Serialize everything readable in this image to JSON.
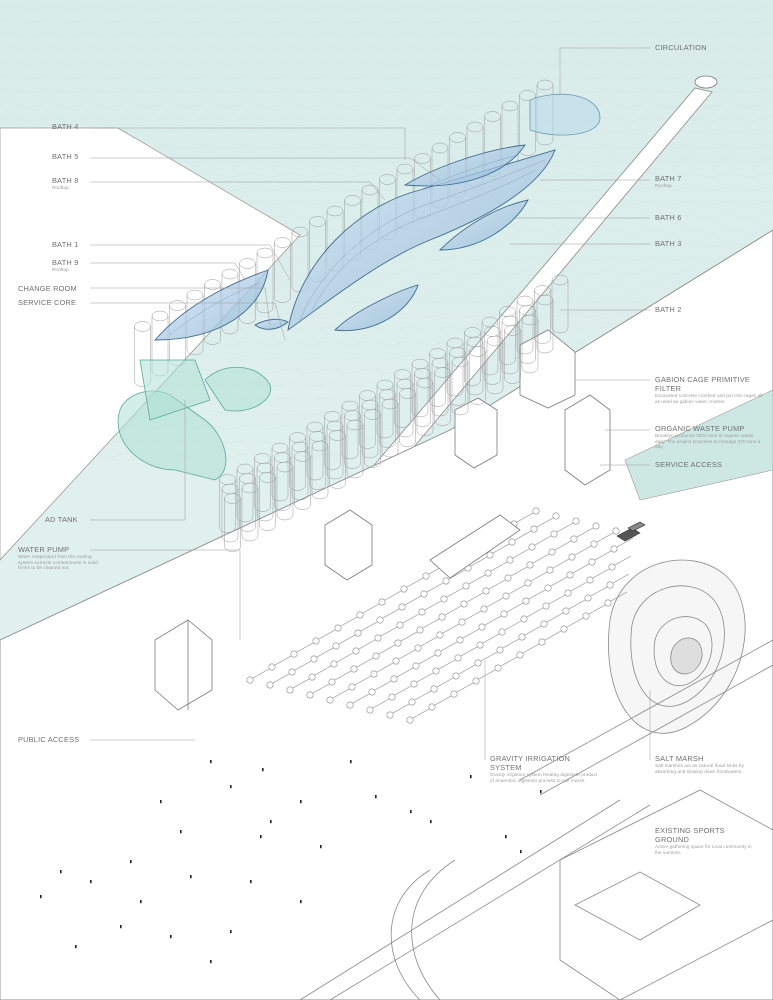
{
  "colors": {
    "water": "#e3f1ef",
    "water_strong": "#cde8e3",
    "line": "#8a8a8a",
    "bath_blue": "#9fc3e0",
    "tank_green": "#9fdccf",
    "text": "#707070"
  },
  "labels_left": [
    {
      "id": "bath4",
      "title": "BATH 4",
      "sub": ""
    },
    {
      "id": "bath5",
      "title": "BATH 5",
      "sub": ""
    },
    {
      "id": "bath8",
      "title": "BATH 8",
      "sub": "Rooftop"
    },
    {
      "id": "bath1",
      "title": "BATH 1",
      "sub": ""
    },
    {
      "id": "bath9",
      "title": "BATH 9",
      "sub": "Rooftop"
    },
    {
      "id": "change_room",
      "title": "CHANGE ROOM",
      "sub": ""
    },
    {
      "id": "service_core",
      "title": "SERVICE CORE",
      "sub": ""
    },
    {
      "id": "ad_tank",
      "title": "AD TANK",
      "sub": ""
    },
    {
      "id": "water_pump",
      "title": "WATER PUMP",
      "sub": "Water evaporated from the cooling system extracts contaminants in solid forms to be cleaned out."
    },
    {
      "id": "public_access",
      "title": "PUBLIC ACCESS",
      "sub": ""
    }
  ],
  "labels_right": [
    {
      "id": "circulation",
      "title": "CIRCULATION",
      "sub": ""
    },
    {
      "id": "bath7",
      "title": "BATH 7",
      "sub": "Rooftop"
    },
    {
      "id": "bath6",
      "title": "BATH 6",
      "sub": ""
    },
    {
      "id": "bath3",
      "title": "BATH 3",
      "sub": ""
    },
    {
      "id": "bath2",
      "title": "BATH 2",
      "sub": ""
    },
    {
      "id": "gabion",
      "title": "GABION CAGE PRIMITIVE FILTER",
      "sub": "Excavated concrete crushed and put into cages all as used as gabion water crusher."
    },
    {
      "id": "organic_pump",
      "title": "ORGANIC WASTE PUMP",
      "sub": "Brooklyn produces 3000 tons of organic waste daily. The project proposes to manage 370 tons a day."
    },
    {
      "id": "service_access",
      "title": "SERVICE ACCESS",
      "sub": ""
    },
    {
      "id": "gravity",
      "title": "GRAVITY IRRIGATION SYSTEM",
      "sub": "Gravity irrigation system feeding digestate product of anaerobic digestion process to salt marsh."
    },
    {
      "id": "salt_marsh",
      "title": "SALT MARSH",
      "sub": "Salt marshes act as natural flood sinks by absorbing and slowing down floodwaters."
    },
    {
      "id": "sports",
      "title": "EXISTING SPORTS GROUND",
      "sub": "Active gathering space for local community in the summer."
    }
  ]
}
